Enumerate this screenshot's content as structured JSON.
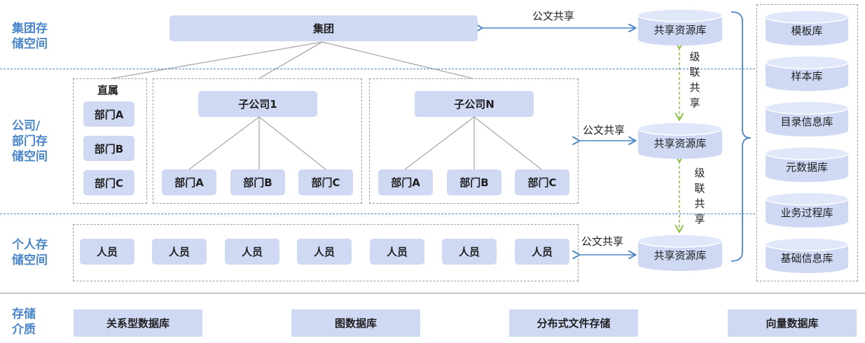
{
  "layers": {
    "group": "集团存\n储空间",
    "company": "公司/\n部门存\n储空间",
    "personal": "个人存\n储空间",
    "media": "存储\n介质"
  },
  "group_box": "集团",
  "direct": {
    "title": "直属",
    "depts": [
      "部门A",
      "部门B",
      "部门C"
    ]
  },
  "subsidiaries": [
    {
      "name": "子公司1",
      "depts": [
        "部门A",
        "部门B",
        "部门C"
      ]
    },
    {
      "name": "子公司N",
      "depts": [
        "部门A",
        "部门B",
        "部门C"
      ]
    }
  ],
  "persons": [
    "人员",
    "人员",
    "人员",
    "人员",
    "人员",
    "人员",
    "人员"
  ],
  "shared_repo": "共享资源库",
  "doc_share": "公文共享",
  "cascade_share": "级\n联\n共\n享",
  "repos": [
    "模板库",
    "样本库",
    "目录信息库",
    "元数据库",
    "业务过程库",
    "基础信息库"
  ],
  "storage_media": [
    "关系型数据库",
    "图数据库",
    "分布式文件存储",
    "向量数据库"
  ],
  "colors": {
    "box": "#cfd9f3",
    "label": "#4a86c8",
    "arrow": "#4a86c8",
    "cascade": "#8ac040"
  }
}
